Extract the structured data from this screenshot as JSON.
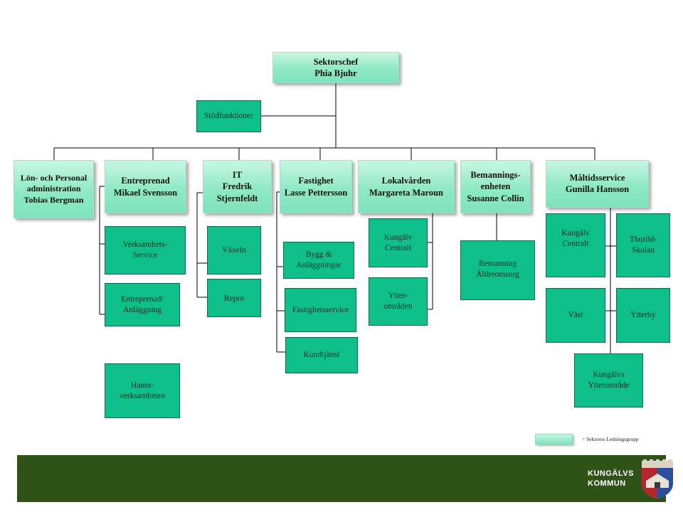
{
  "chief": {
    "title": "Sektorschef",
    "name": "Phia Bjuhr"
  },
  "support": {
    "label": "Stödfunktioner"
  },
  "leads": [
    {
      "lines": [
        "Lön- och Personal",
        "administration",
        "Tobias Bergman"
      ]
    },
    {
      "lines": [
        "Entreprenad",
        "Mikael Svensson"
      ]
    },
    {
      "lines": [
        "IT",
        "Fredrik",
        "Stjernfeldt"
      ]
    },
    {
      "lines": [
        "Fastighet",
        "Lasse Pettersson"
      ]
    },
    {
      "lines": [
        "Lokalvården",
        "Margareta Maroun"
      ]
    },
    {
      "lines": [
        "Bemannings-",
        "enheten",
        "Susanne Collin"
      ]
    },
    {
      "lines": [
        "Måltidsservice",
        "Gunilla Hansson"
      ]
    }
  ],
  "units": {
    "entreprenad": [
      {
        "lines": [
          "Verksamhets-",
          "Service"
        ]
      },
      {
        "lines": [
          "Entreprenad/",
          "Anläggning"
        ]
      },
      {
        "lines": [
          "Hamn-",
          "verksamheten"
        ]
      }
    ],
    "it": [
      {
        "lines": [
          "Växeln"
        ]
      },
      {
        "lines": [
          "Repro"
        ]
      }
    ],
    "fastighet": [
      {
        "lines": [
          "Bygg &",
          "Anläggningar"
        ]
      },
      {
        "lines": [
          "Fastighetsservice"
        ]
      },
      {
        "lines": [
          "Kundtjänst"
        ]
      }
    ],
    "lokalvard": [
      {
        "lines": [
          "Kungälv",
          "Centralt"
        ]
      },
      {
        "lines": [
          "Ytter-",
          "områden"
        ]
      }
    ],
    "bemanning": [
      {
        "lines": [
          "Bemanning",
          "Äldreomsorg"
        ]
      }
    ],
    "maltid": [
      {
        "lines": [
          "Kungälv",
          "Centralt"
        ]
      },
      {
        "lines": [
          "Thorild-",
          "Skolan"
        ]
      },
      {
        "lines": [
          "Väst"
        ]
      },
      {
        "lines": [
          "Ytterby"
        ]
      },
      {
        "lines": [
          "Kungälvs",
          "Ytterområde"
        ]
      }
    ]
  },
  "legend": {
    "label": "= Sektorns Ledningsgrupp"
  },
  "footer": {
    "logo_line1": "KUNGÄLVS",
    "logo_line2": "KOMMUN",
    "crest_icon": "municipal-crest-icon"
  },
  "colors": {
    "lead_fill": "#8fe9c6",
    "unit_fill": "#0fbf8a",
    "footer": "#2f5216"
  }
}
